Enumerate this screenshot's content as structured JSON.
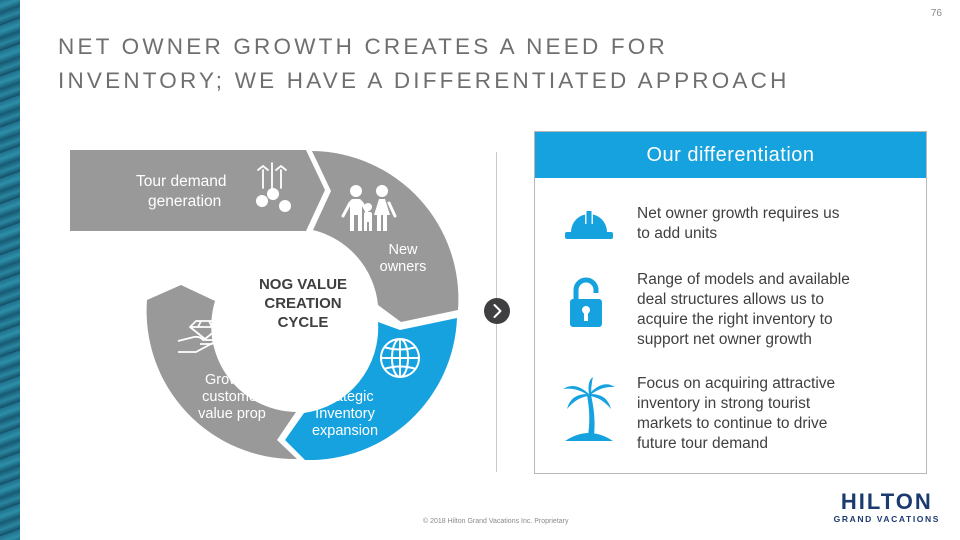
{
  "slide": {
    "page_number": "76",
    "title_line1": "NET OWNER GROWTH CREATES A NEED FOR",
    "title_line2": "INVENTORY; WE HAVE A DIFFERENTIATED APPROACH",
    "footer": "© 2018 Hilton Grand Vacations Inc. Proprietary"
  },
  "cycle": {
    "center_line1": "NOG VALUE",
    "center_line2": "CREATION",
    "center_line3": "CYCLE",
    "tour_line1": "Tour demand",
    "tour_line2": "generation",
    "owners_line1": "New",
    "owners_line2": "owners",
    "strategic_line1": "Strategic",
    "strategic_line2": "Inventory",
    "strategic_line3": "expansion",
    "growing_line1": "Growing",
    "growing_line2": "customer",
    "growing_line3": "value prop",
    "icons": [
      "money-tree-icon",
      "family-icon",
      "globe-icon",
      "diamond-hand-icon"
    ]
  },
  "panel": {
    "header": "Our differentiation",
    "items": [
      {
        "icon": "hard-hat-icon",
        "lines": [
          "Net owner growth requires us",
          "to add units"
        ]
      },
      {
        "icon": "unlocked-padlock-icon",
        "lines": [
          "Range of models and available",
          "deal structures allows us to",
          "acquire the right inventory to",
          "support net owner growth"
        ]
      },
      {
        "icon": "palm-tree-icon",
        "lines": [
          "Focus on acquiring attractive",
          "inventory in strong tourist",
          "markets to continue to drive",
          "future tour demand"
        ]
      }
    ]
  },
  "logo": {
    "main": "HILTON",
    "sub": "GRAND VACATIONS"
  },
  "colors": {
    "accent_blue": "#16a2df",
    "gray_segment": "#999999",
    "title_gray": "#6f6f6f",
    "text_dark": "#3f3f41",
    "logo_navy": "#1b3b6f"
  }
}
